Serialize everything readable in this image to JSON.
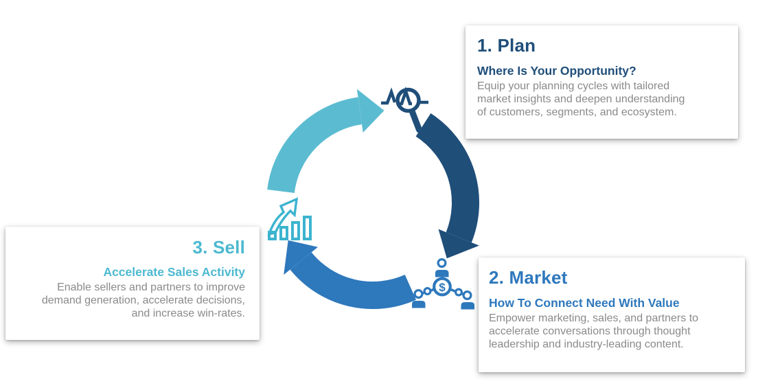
{
  "colors": {
    "navy": "#1F4E79",
    "blue": "#2E78BC",
    "teal_arc": "#5BBCD1",
    "teal_icon": "#3CB4CF",
    "body_text": "#8A8A8A",
    "card_bg": "#FFFFFF"
  },
  "cycle": {
    "dollar_sign": "$",
    "direction": "clockwise",
    "icons": [
      {
        "name": "market-insights-icon",
        "glyph": "magnifier-with-trend-line",
        "color": "#1F4E79",
        "stage": "Plan"
      },
      {
        "name": "partner-network-icon",
        "glyph": "people-connected-to-dollar-hub",
        "color": "#2E78BC",
        "stage": "Market"
      },
      {
        "name": "growth-chart-icon",
        "glyph": "rising-bars-with-swoosh-arrow",
        "color": "#3CB4CF",
        "stage": "Sell"
      }
    ]
  },
  "cards": {
    "plan": {
      "title": "1. Plan",
      "subtitle": "Where Is Your Opportunity?",
      "body_lines": [
        "Equip your planning cycles with tailored",
        "market insights and deepen understanding",
        "of customers, segments, and ecosystem."
      ],
      "accent": "#1F4E79"
    },
    "market": {
      "title": "2. Market",
      "subtitle": "How To Connect Need With Value",
      "body_lines": [
        "Empower marketing, sales, and partners to",
        "accelerate conversations through thought",
        "leadership and industry-leading content."
      ],
      "accent": "#2E78BC"
    },
    "sell": {
      "title": "3. Sell",
      "subtitle": "Accelerate Sales Activity",
      "body_lines": [
        "Enable sellers and partners to improve",
        "demand generation, accelerate decisions,",
        "and increase win-rates."
      ],
      "accent": "#4CB9D0"
    }
  }
}
